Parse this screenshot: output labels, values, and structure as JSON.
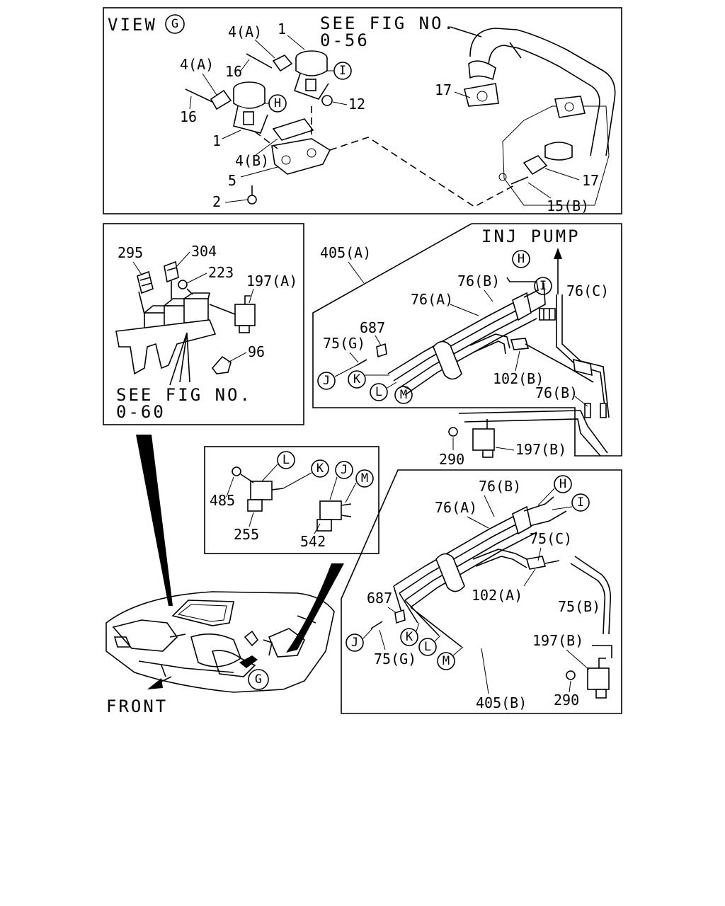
{
  "panels": {
    "view_g": {
      "title_text": "VIEW",
      "view_circle": "G",
      "see_fig_line1": "SEE FIG NO.",
      "see_fig_line2": "0-56",
      "labels": [
        "4(A)",
        "1",
        "4(A)",
        "16",
        "16",
        "12",
        "1",
        "4(B)",
        "5",
        "2",
        "17",
        "17",
        "15(B)"
      ],
      "circles": [
        "I",
        "H"
      ]
    },
    "relay_bracket": {
      "labels": [
        "295",
        "304",
        "223",
        "197(A)",
        "96"
      ],
      "see_fig_line1": "SEE FIG NO.",
      "see_fig_line2": "0-60"
    },
    "hoses_a": {
      "heading": "INJ PUMP",
      "labels": [
        "405(A)",
        "76(B)",
        "76(A)",
        "76(C)",
        "687",
        "75(G)",
        "102(B)",
        "76(B)",
        "290",
        "197(B)"
      ],
      "circles": [
        "H",
        "I",
        "J",
        "K",
        "L",
        "M"
      ]
    },
    "vsv": {
      "labels": [
        "485",
        "255",
        "542"
      ],
      "circles": [
        "L",
        "K",
        "J",
        "M"
      ]
    },
    "hoses_b": {
      "labels": [
        "76(B)",
        "76(A)",
        "75(C)",
        "687",
        "102(A)",
        "75(B)",
        "75(G)",
        "197(B)",
        "290",
        "405(B)"
      ],
      "circles": [
        "H",
        "I",
        "J",
        "K",
        "L",
        "M"
      ]
    },
    "engine_bay": {
      "direction_label": "FRONT",
      "view_circle": "G"
    }
  }
}
